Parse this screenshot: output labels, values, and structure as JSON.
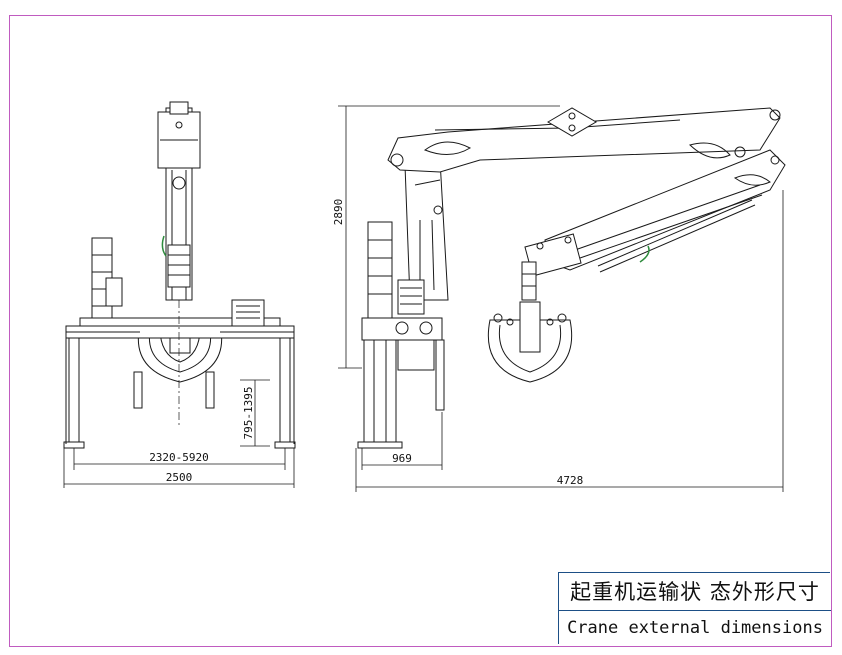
{
  "dimensions": {
    "front_track_span": "2320-5920",
    "front_overall_width": "2500",
    "front_leg_height": "795-1395",
    "side_height": "2890",
    "side_base_depth": "969",
    "side_overall_length": "4728"
  },
  "title_block": {
    "chinese_title": "起重机运输状 态外形尺寸",
    "english_title": "Crane external dimensions"
  },
  "colors": {
    "frame_border": "#c05bc0",
    "title_block_border": "#1d4f86",
    "drawing_lines": "#1a1a1a"
  }
}
